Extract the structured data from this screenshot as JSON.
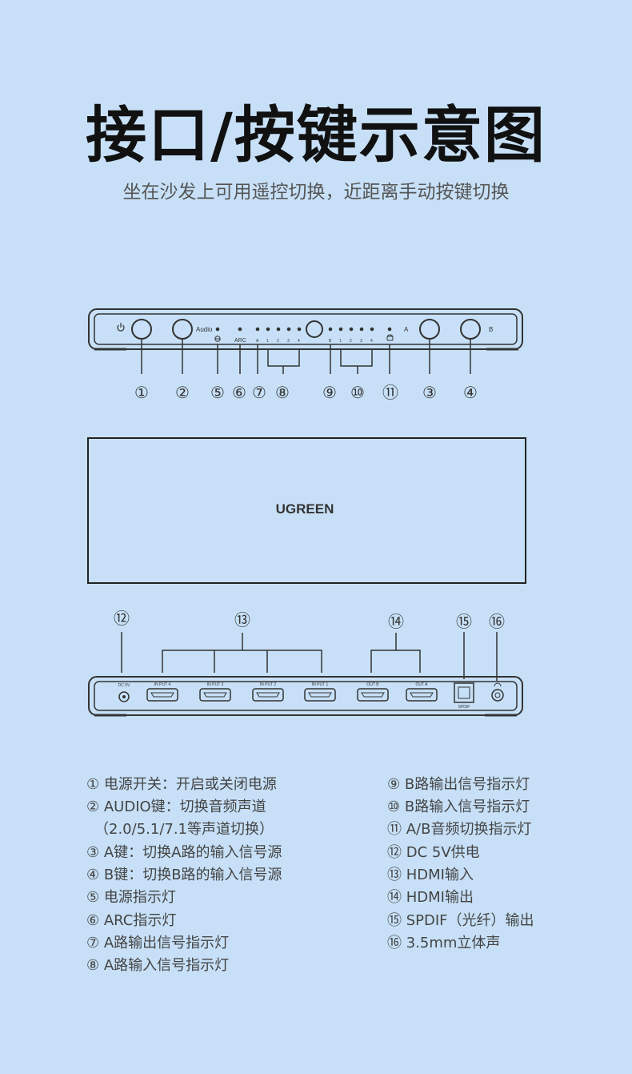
{
  "header": {
    "title": "接口/按键示意图",
    "subtitle": "坐在沙发上可用遥控切换，近距离手动按键切换"
  },
  "front_panel": {
    "audio_label": "Audio",
    "arc_label": "ARC",
    "a_label": "A",
    "b_label": "B",
    "led_numbers": [
      "1",
      "2",
      "3",
      "4"
    ],
    "a_small": "A",
    "b_small": "B"
  },
  "callouts_top": [
    "①",
    "②",
    "⑤",
    "⑥",
    "⑦",
    "⑧",
    "⑨",
    "⑩",
    "⑪",
    "③",
    "④"
  ],
  "top_device": {
    "brand": "UGREEN"
  },
  "rear_panel": {
    "dc_label": "DC 5V",
    "ports": [
      "IN PUT 4",
      "IN PUT 3",
      "IN PUT 2",
      "IN PUT 1",
      "OUT B",
      "OUT A"
    ],
    "spdif_label": "SPDIF"
  },
  "callouts_rear": [
    "⑫",
    "⑬",
    "⑭",
    "⑮",
    "⑯"
  ],
  "legend_left": [
    "① 电源开关：开启或关闭电源",
    "② AUDIO键：切换音频声道",
    "（2.0/5.1/7.1等声道切换）",
    "③ A键：切换A路的输入信号源",
    "④ B键：切换B路的输入信号源",
    "⑤ 电源指示灯",
    "⑥ ARC指示灯",
    "⑦ A路输出信号指示灯",
    "⑧ A路输入信号指示灯"
  ],
  "legend_right": [
    "⑨ B路输出信号指示灯",
    "⑩ B路输入信号指示灯",
    "⑪ A/B音频切换指示灯",
    "⑫ DC 5V供电",
    "⑬ HDMI输入",
    "⑭ HDMI输出",
    "⑮ SPDIF（光纤）输出",
    "⑯ 3.5mm立体声"
  ]
}
